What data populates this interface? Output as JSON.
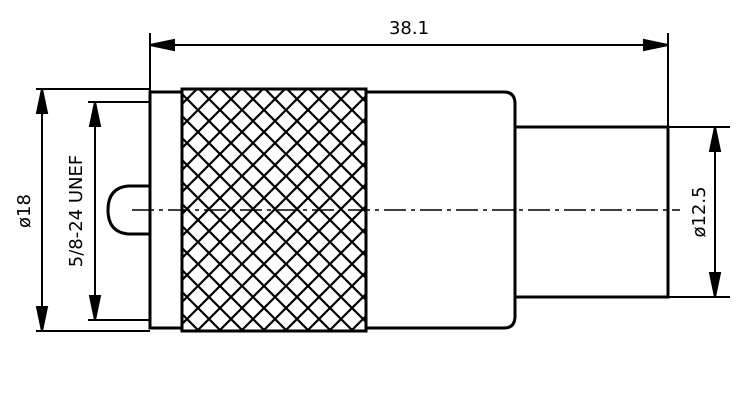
{
  "dimensions": {
    "overall_length": "38.1",
    "nut_diameter": "ø18",
    "thread": "5/8-24 UNEF",
    "body_diameter": "ø12.5"
  },
  "colors": {
    "line": "#000000",
    "background": "#ffffff"
  }
}
